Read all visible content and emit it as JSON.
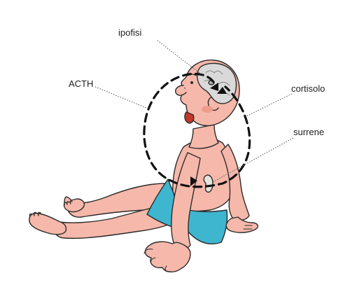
{
  "labels": {
    "pituitary": "ipofisi",
    "acth": "ACTH",
    "cortisol": "cortisolo",
    "adrenal": "surrene"
  },
  "colors": {
    "skin": "#f6b8aa",
    "skin_shadow": "#ee9c8e",
    "outline": "#2b2b2b",
    "shorts": "#3fb6cf",
    "shorts_dark": "#2a8fa8",
    "brain": "#d9d9d9",
    "adrenal": "#e6e2dd",
    "cycle_arrow": "#111111",
    "leader_line": "#555555"
  }
}
